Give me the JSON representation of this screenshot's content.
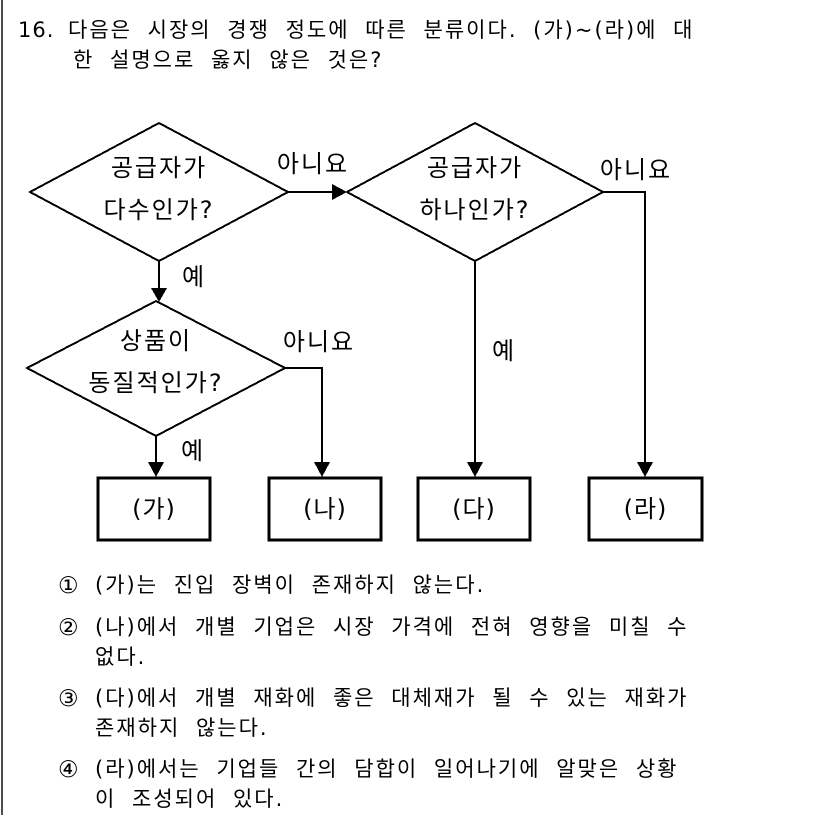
{
  "question": {
    "number": "16.",
    "lines": [
      "다음은 시장의 경쟁 정도에 따른 분류이다. (가)~(라)에 대",
      "한 설명으로 옳지 않은 것은?"
    ]
  },
  "flowchart": {
    "decisions": [
      {
        "id": "many-suppliers",
        "lines": [
          "공급자가",
          "다수인가?"
        ]
      },
      {
        "id": "one-supplier",
        "lines": [
          "공급자가",
          "하나인가?"
        ]
      },
      {
        "id": "homogeneous-product",
        "lines": [
          "상품이",
          "동질적인가?"
        ]
      }
    ],
    "edge_labels": {
      "yes": "예",
      "no": "아니요"
    },
    "result_boxes": [
      "(가)",
      "(나)",
      "(다)",
      "(라)"
    ]
  },
  "options": [
    {
      "number": "①",
      "lines": [
        "(가)는 진입 장벽이 존재하지 않는다."
      ]
    },
    {
      "number": "②",
      "lines": [
        "(나)에서 개별 기업은 시장 가격에 전혀 영향을 미칠 수",
        "없다."
      ]
    },
    {
      "number": "③",
      "lines": [
        "(다)에서 개별 재화에 좋은 대체재가 될 수 있는 재화가",
        "존재하지 않는다."
      ]
    },
    {
      "number": "④",
      "lines": [
        "(라)에서는 기업들 간의 담합이 일어나기에 알맞은 상황",
        "이 조성되어 있다."
      ]
    }
  ],
  "colors": {
    "ink": "#000000",
    "background": "#ffffff",
    "divider": "#4d4d4d"
  }
}
